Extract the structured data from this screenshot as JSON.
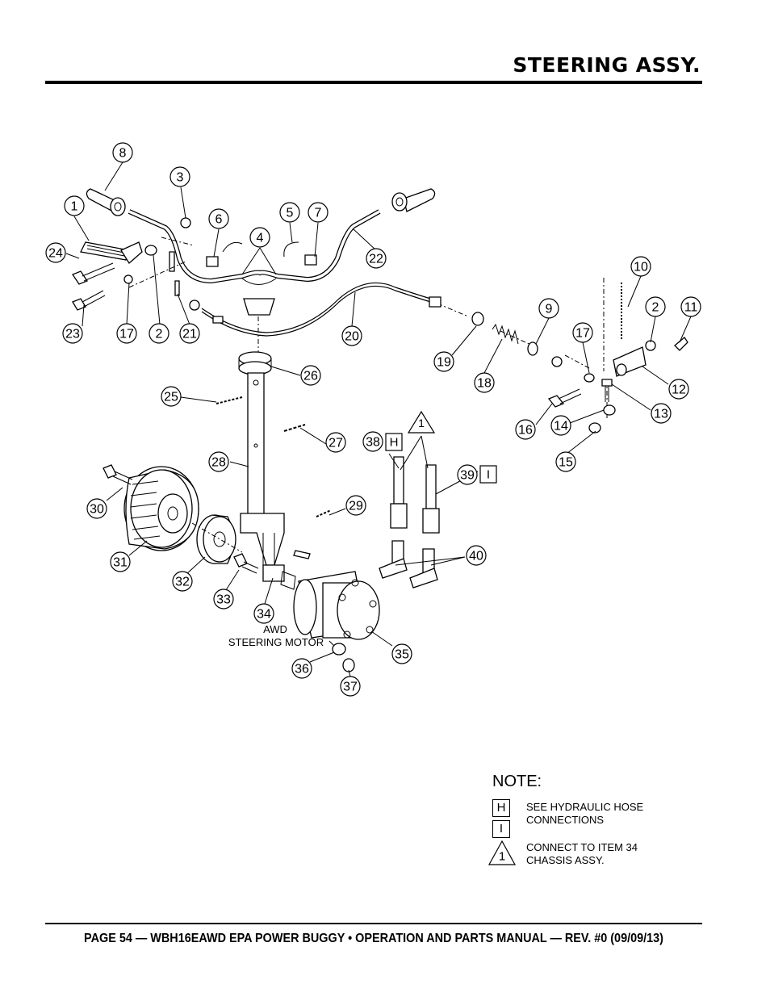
{
  "header": {
    "title": "STEERING ASSY."
  },
  "footer": {
    "text": "PAGE 54 — WBH16EAWD EPA POWER BUGGY • OPERATION AND PARTS MANUAL — REV. #0 (09/09/13)"
  },
  "diagram": {
    "callouts": [
      "8",
      "3",
      "1",
      "6",
      "5",
      "7",
      "4",
      "24",
      "22",
      "10",
      "2",
      "11",
      "23",
      "17",
      "2",
      "21",
      "20",
      "9",
      "17",
      "19",
      "18",
      "26",
      "12",
      "25",
      "16",
      "14",
      "13",
      "27",
      "28",
      "38",
      "1",
      "39",
      "30",
      "29",
      "15",
      "40",
      "31",
      "32",
      "33",
      "34",
      "35",
      "36",
      "37"
    ],
    "labels": {
      "motor_line1": "AWD",
      "motor_line2": "STEERING MOTOR",
      "hose_h": "H",
      "hose_i": "I",
      "triangle_ref": "1"
    }
  },
  "note": {
    "heading": "NOTE:",
    "items": [
      {
        "symbol": "H",
        "text_line1": "SEE HYDRAULIC HOSE",
        "text_line2": "CONNECTIONS"
      },
      {
        "symbol": "I",
        "text_line1": "",
        "text_line2": ""
      },
      {
        "symbol": "1",
        "text_line1": "CONNECT TO ITEM 34",
        "text_line2": "CHASSIS ASSY."
      }
    ]
  }
}
